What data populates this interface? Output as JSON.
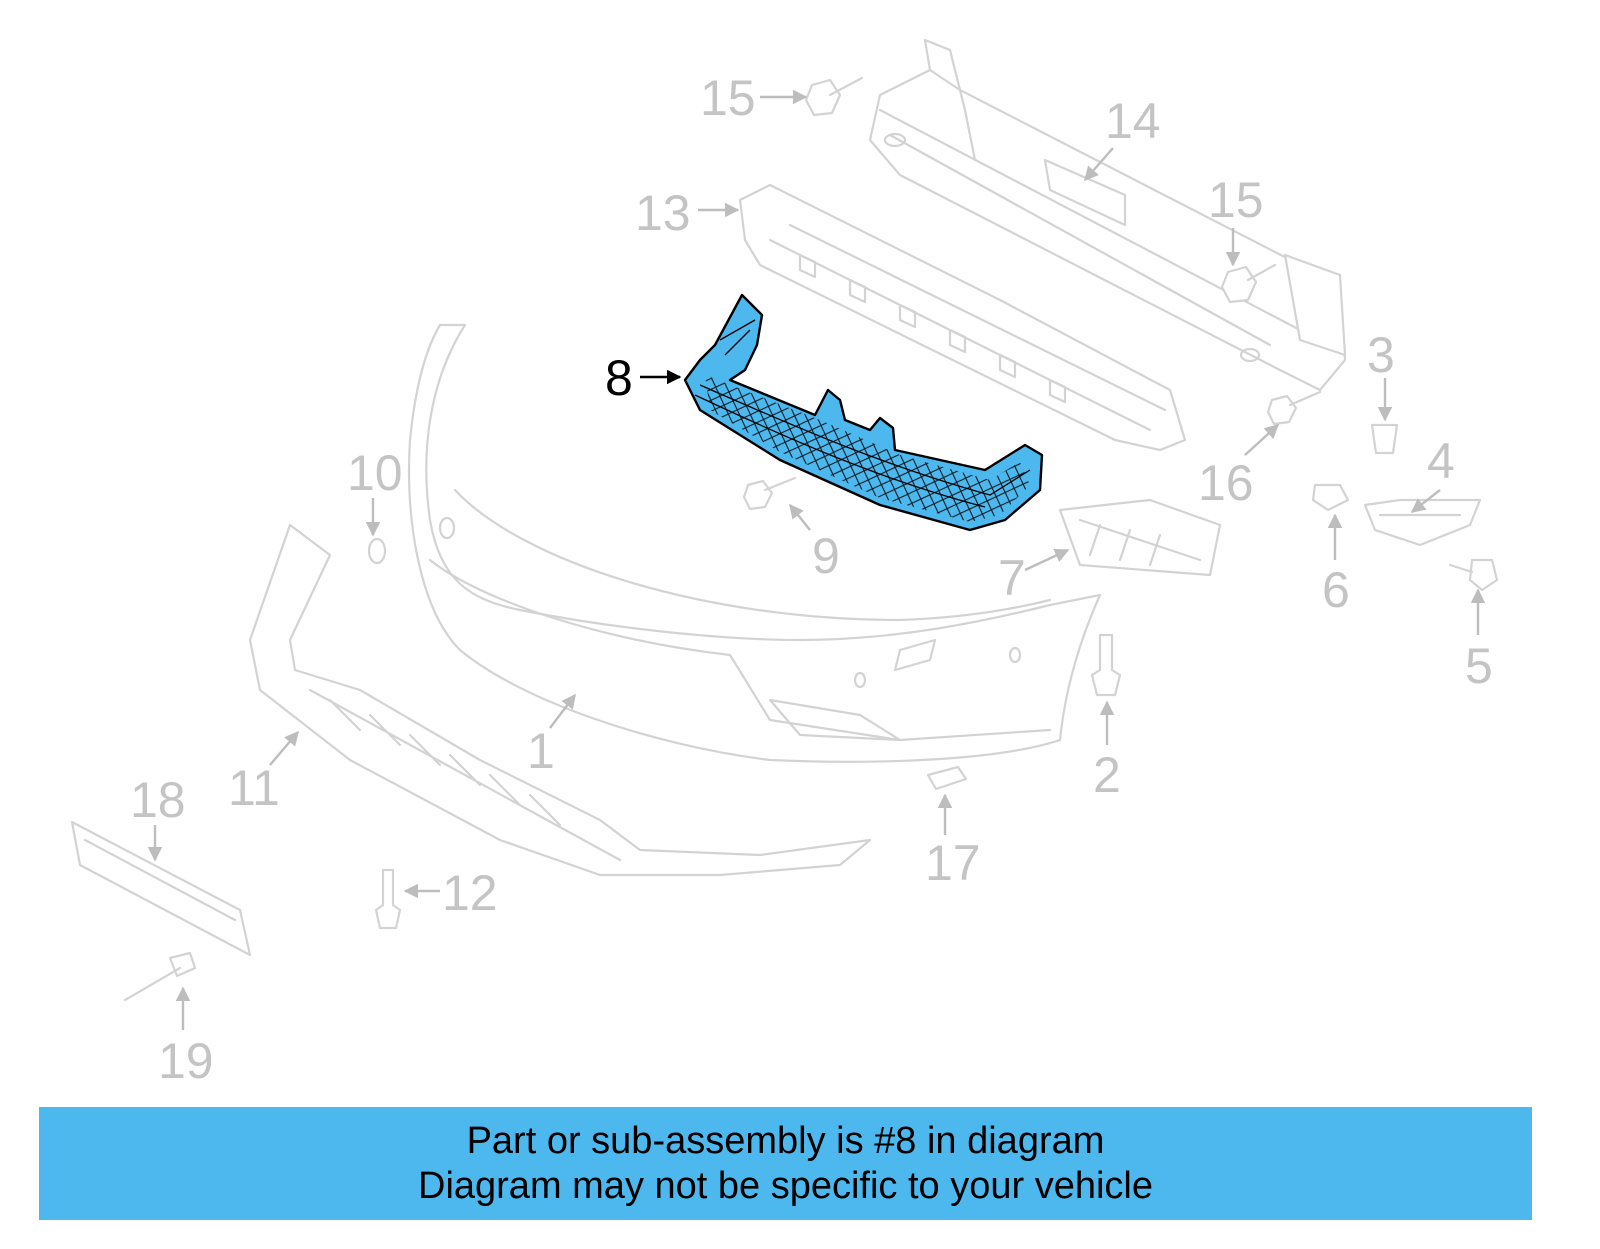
{
  "colors": {
    "highlight": "#4db8ee",
    "banner": "#4db8ee",
    "ghost_part": "#d3d3d3",
    "label": "#c4c4c4"
  },
  "callouts": {
    "c1": "1",
    "c2": "2",
    "c3": "3",
    "c4": "4",
    "c5": "5",
    "c6": "6",
    "c7": "7",
    "c8": "8",
    "c9": "9",
    "c10": "10",
    "c11": "11",
    "c12": "12",
    "c13": "13",
    "c14": "14",
    "c15a": "15",
    "c15b": "15",
    "c16": "16",
    "c17": "17",
    "c18": "18",
    "c19": "19"
  },
  "highlighted_part": "8",
  "banner": {
    "line1": "Part or sub-assembly is #8 in diagram",
    "line2": "Diagram may not be specific to your vehicle"
  }
}
